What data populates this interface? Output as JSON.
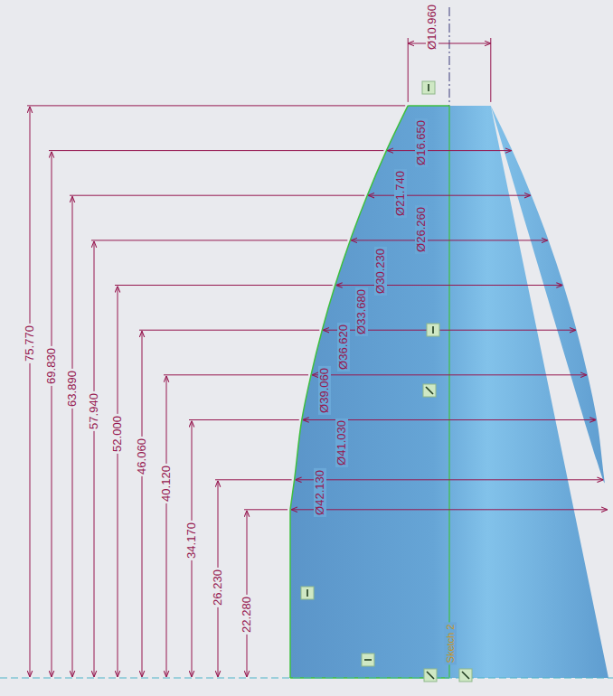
{
  "diagram": {
    "labels": [
      "Ø10.960",
      "Ø16.650",
      "Ø21.740",
      "Ø26.260",
      "Ø30.230",
      "Ø33.680",
      "Ø36.620",
      "Ø39.060",
      "Ø41.030",
      "Ø42.130",
      "75.770",
      "69.830",
      "63.890",
      "57.940",
      "52.000",
      "46.060",
      "40.120",
      "34.170",
      "26.230",
      "22.280",
      "Sketch 2"
    ]
  }
}
